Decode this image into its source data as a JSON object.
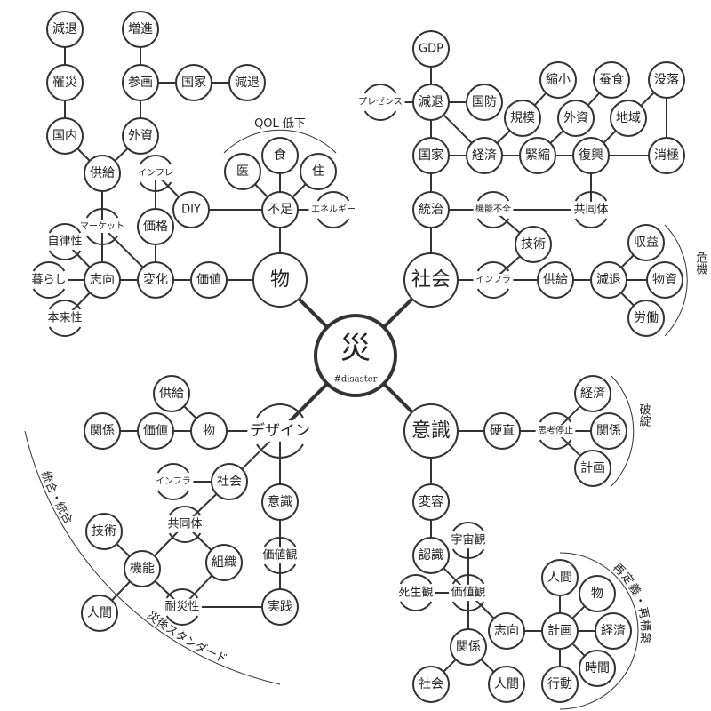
{
  "center": {
    "label": "災",
    "sub": "#disaster"
  },
  "nodes": {
    "a1": "減退",
    "a2": "罹災",
    "a3": "国内",
    "a4": "増進",
    "a5": "参画",
    "a6": "国家",
    "a7": "減退",
    "a8": "外資",
    "a9": "供給",
    "a10": "インフレ",
    "a11": "マーケット",
    "a12": "価格",
    "a13": "DIY",
    "a14": "不足",
    "a15": "医",
    "a16": "食",
    "a17": "住",
    "a18": "エネルギー",
    "a19": "自律性",
    "a20": "暮らし",
    "a21": "志向",
    "a22": "変化",
    "a23": "価値",
    "a24": "物",
    "a25": "本来性",
    "b1": "GDP",
    "b2": "プレゼンス",
    "b3": "減退",
    "b4": "国防",
    "b5": "縮小",
    "b6": "蚕食",
    "b7": "没落",
    "b8": "規模",
    "b9": "外資",
    "b10": "地域",
    "b11": "国家",
    "b12": "経済",
    "b13": "緊縮",
    "b14": "復興",
    "b15": "消極",
    "b16": "統治",
    "b17": "機能不全",
    "b18": "共同体",
    "b19": "技術",
    "b20": "社会",
    "b21": "インフラ",
    "b22": "供給",
    "b23": "減退",
    "b24": "収益",
    "b25": "物資",
    "b26": "労働",
    "c1": "供給",
    "c2": "関係",
    "c3": "価値",
    "c4": "物",
    "c5": "デザイン",
    "c6": "インフラ",
    "c7": "社会",
    "c8": "意識",
    "c9": "共同体",
    "c10": "技術",
    "c11": "組織",
    "c12": "機能",
    "c13": "価値観",
    "c14": "人間",
    "c15": "耐災性",
    "c16": "実践",
    "d1": "意識",
    "d2": "硬直",
    "d3": "思考停止",
    "d4": "経済",
    "d5": "関係",
    "d6": "計画",
    "d7": "変容",
    "d8": "認識",
    "d9": "宇宙観",
    "d10": "死生観",
    "d11": "価値観",
    "d12": "志向",
    "d13": "計画",
    "d14": "人間",
    "d15": "物",
    "d16": "経済",
    "d17": "時間",
    "d18": "行動",
    "d19": "関係",
    "d20": "社会",
    "d21": "人間"
  },
  "groups": {
    "qol": "QOL 低下",
    "kiki": "危機",
    "hatan": "破綻",
    "sougou": "統合・統合",
    "saigo": "災後スタンダード",
    "saiteigi": "再定義・再構築"
  }
}
